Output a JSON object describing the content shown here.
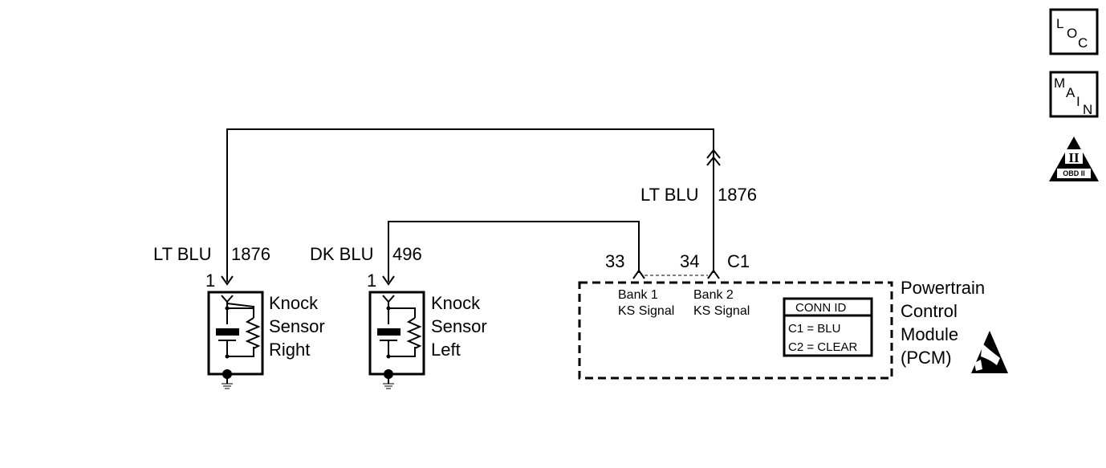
{
  "wires": {
    "right_sensor_wire": {
      "color": "LT BLU",
      "circuit": "1876",
      "pin": "1"
    },
    "left_sensor_wire": {
      "color": "DK BLU",
      "circuit": "496",
      "pin": "1"
    },
    "pcm_wire": {
      "color": "LT BLU",
      "circuit": "1876"
    }
  },
  "sensors": {
    "right": {
      "line1": "Knock",
      "line2": "Sensor",
      "line3": "Right"
    },
    "left": {
      "line1": "Knock",
      "line2": "Sensor",
      "line3": "Left"
    }
  },
  "pcm": {
    "pin_33": "33",
    "pin_34": "34",
    "connector": "C1",
    "bank1_line1": "Bank 1",
    "bank1_line2": "KS Signal",
    "bank2_line1": "Bank 2",
    "bank2_line2": "KS Signal",
    "name_line1": "Powertrain",
    "name_line2": "Control",
    "name_line3": "Module",
    "name_line4": "(PCM)",
    "conn_id_title": "CONN ID",
    "conn_id_c1": "C1 = BLU",
    "conn_id_c2": "C2 = CLEAR"
  },
  "nav_icons": {
    "loc": {
      "l1": "L",
      "l2": "O",
      "l3": "C"
    },
    "main": {
      "l1": "M",
      "l2": "A",
      "l3": "I",
      "l4": "N"
    },
    "obd": {
      "numeral": "II",
      "label": "OBD II"
    }
  }
}
